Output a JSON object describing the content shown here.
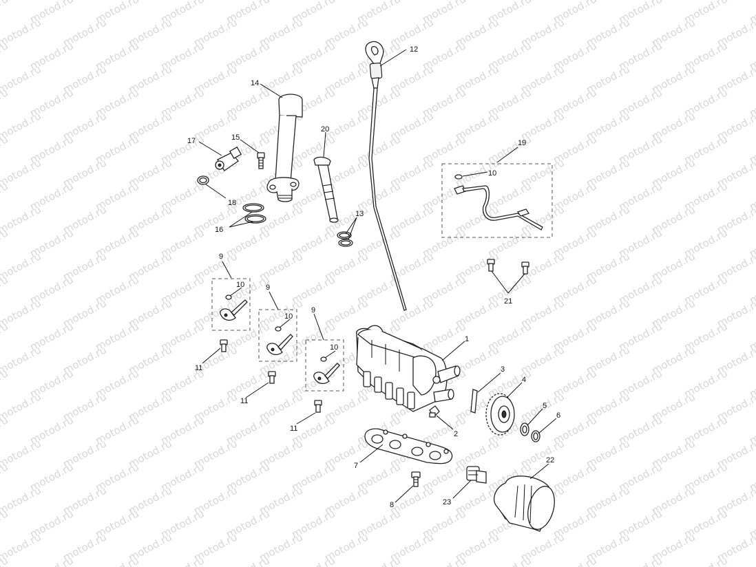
{
  "watermark": {
    "text": "motod.ru"
  },
  "callouts": [
    {
      "id": "c1",
      "text": "1"
    },
    {
      "id": "c2",
      "text": "2"
    },
    {
      "id": "c3",
      "text": "3"
    },
    {
      "id": "c4",
      "text": "4"
    },
    {
      "id": "c5",
      "text": "5"
    },
    {
      "id": "c6",
      "text": "6"
    },
    {
      "id": "c7",
      "text": "7"
    },
    {
      "id": "c8",
      "text": "8"
    },
    {
      "id": "c9a",
      "text": "9"
    },
    {
      "id": "c9b",
      "text": "9"
    },
    {
      "id": "c9c",
      "text": "9"
    },
    {
      "id": "c10a",
      "text": "10"
    },
    {
      "id": "c10b",
      "text": "10"
    },
    {
      "id": "c10c",
      "text": "10"
    },
    {
      "id": "c10d",
      "text": "10"
    },
    {
      "id": "c11a",
      "text": "11"
    },
    {
      "id": "c11b",
      "text": "11"
    },
    {
      "id": "c11c",
      "text": "11"
    },
    {
      "id": "c12",
      "text": "12"
    },
    {
      "id": "c13",
      "text": "13"
    },
    {
      "id": "c14",
      "text": "14"
    },
    {
      "id": "c15",
      "text": "15"
    },
    {
      "id": "c16",
      "text": "16"
    },
    {
      "id": "c17",
      "text": "17"
    },
    {
      "id": "c18",
      "text": "18"
    },
    {
      "id": "c19",
      "text": "19"
    },
    {
      "id": "c20",
      "text": "20"
    },
    {
      "id": "c21",
      "text": "21"
    },
    {
      "id": "c22",
      "text": "22"
    },
    {
      "id": "c23",
      "text": "23"
    }
  ]
}
